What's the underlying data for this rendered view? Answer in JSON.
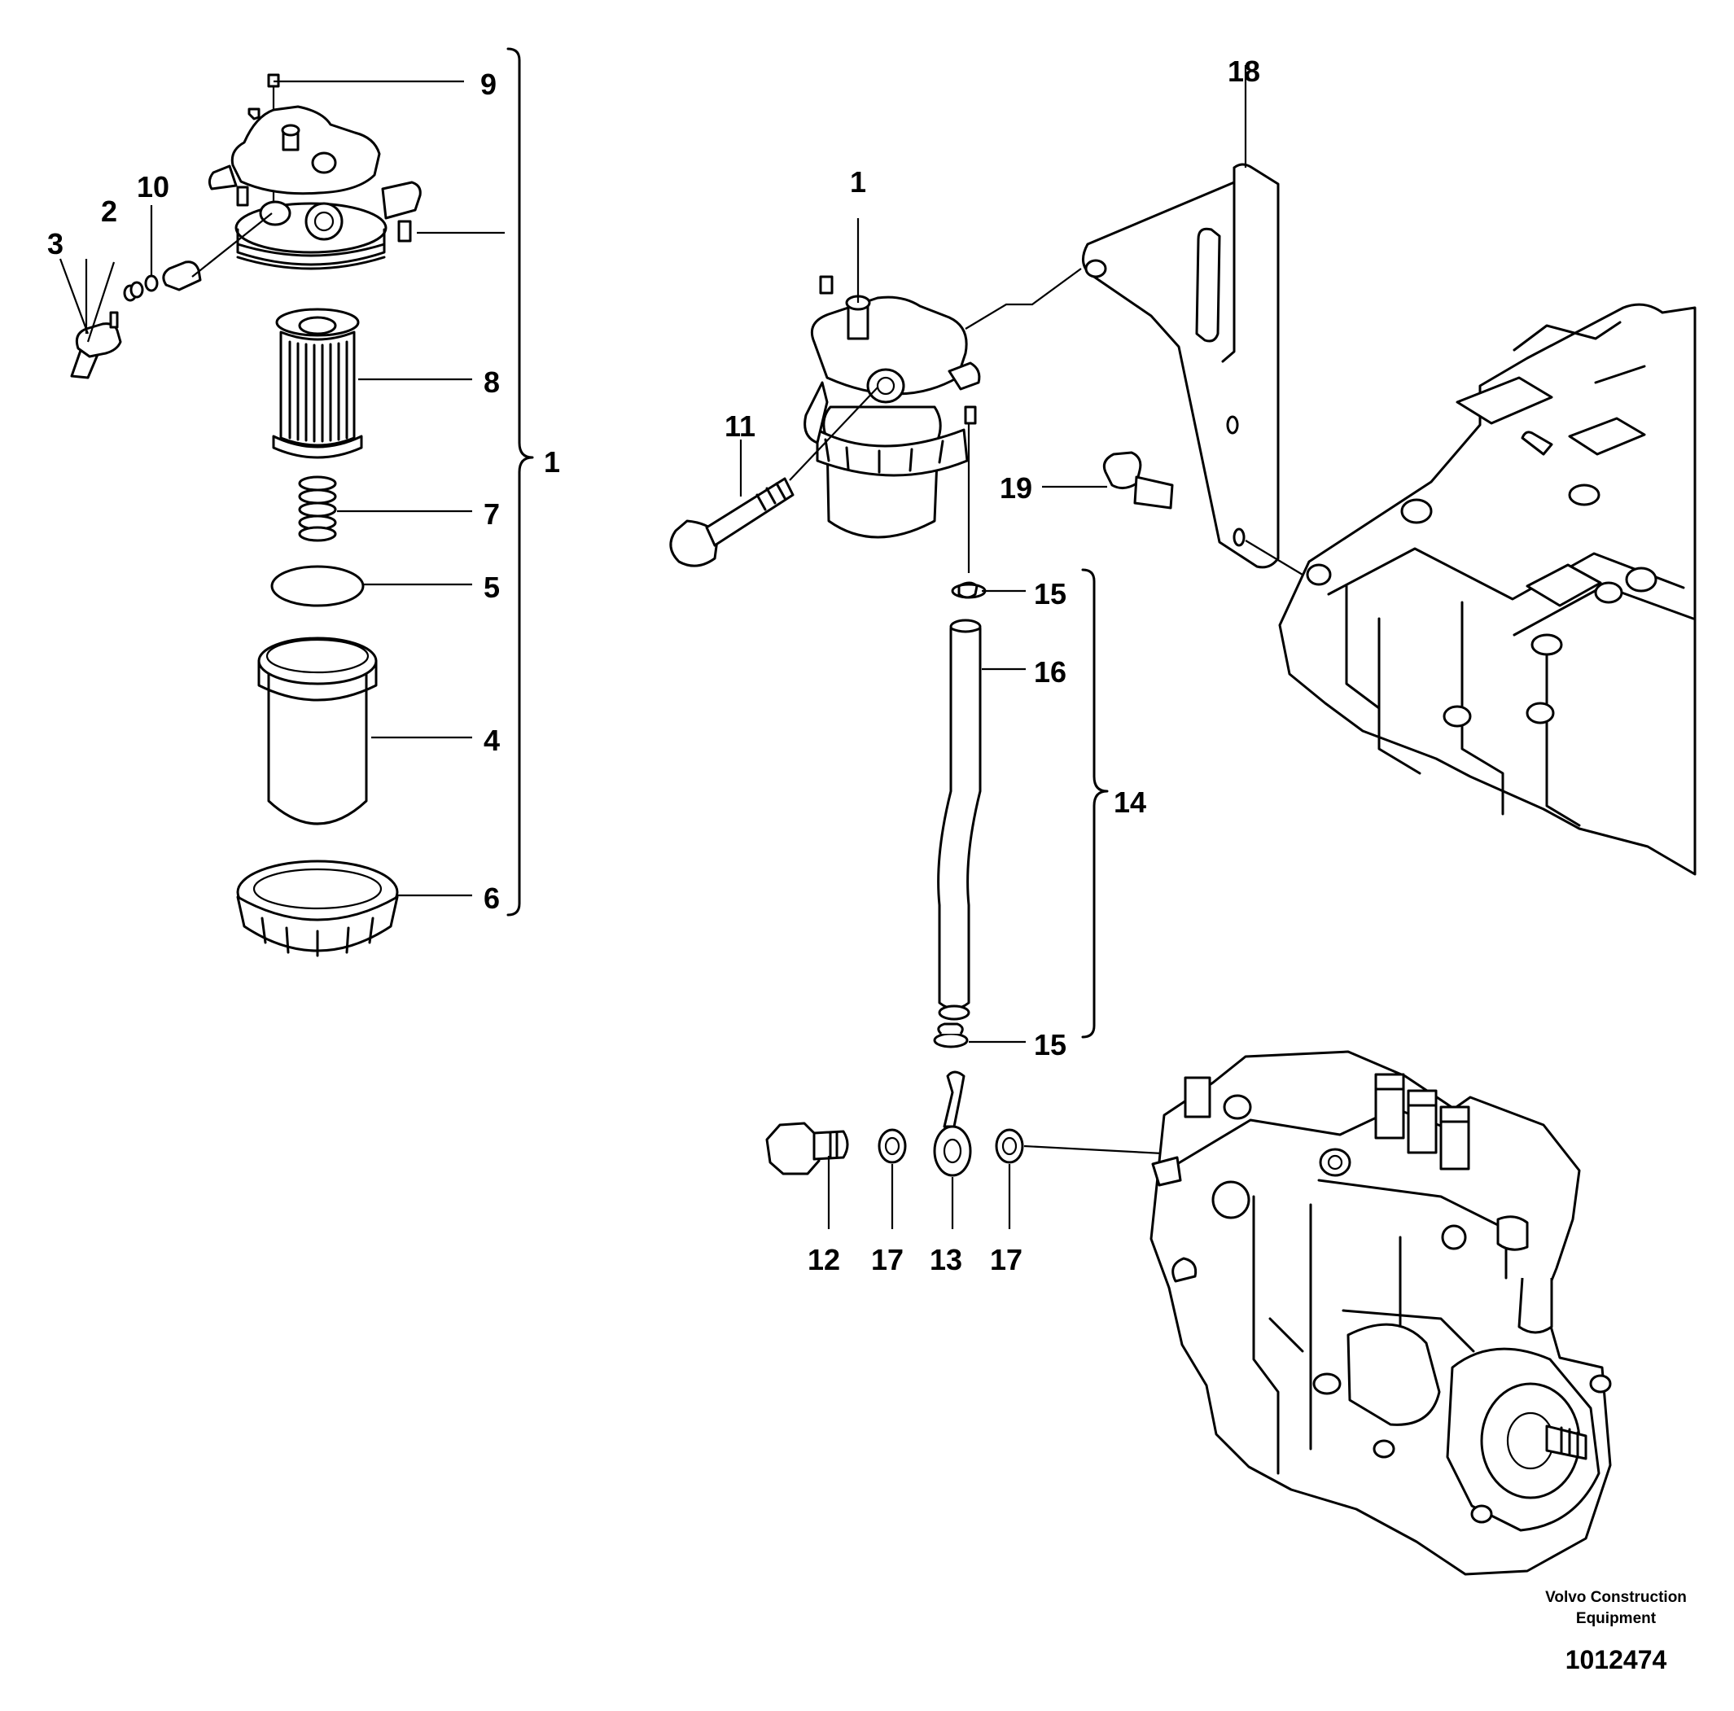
{
  "callouts": {
    "c9": "9",
    "c10": "10",
    "c2": "2",
    "c3": "3",
    "c8": "8",
    "c1_group": "1",
    "c7": "7",
    "c5": "5",
    "c4": "4",
    "c6": "6",
    "c18": "18",
    "c1": "1",
    "c11": "11",
    "c19": "19",
    "c15_top": "15",
    "c16": "16",
    "c14": "14",
    "c15_bottom": "15",
    "c12": "12",
    "c17_a": "17",
    "c13": "13",
    "c17_b": "17"
  },
  "footer": {
    "company_line1": "Volvo Construction",
    "company_line2": "Equipment",
    "figure_number": "1012474"
  }
}
